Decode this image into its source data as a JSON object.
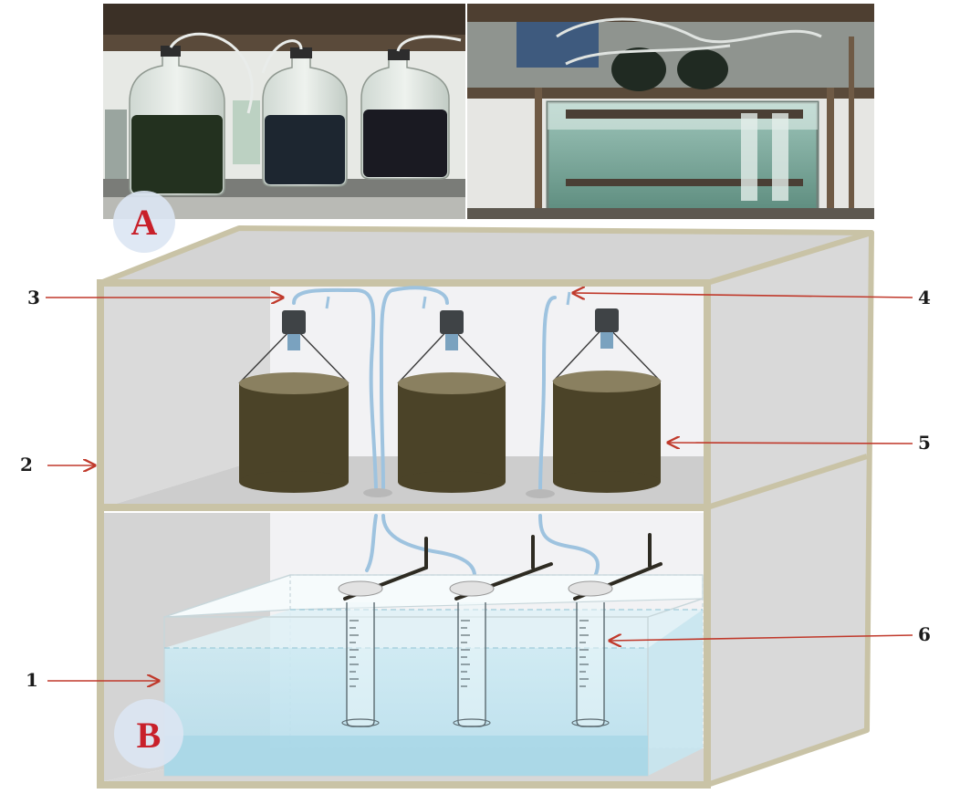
{
  "figure": {
    "panels": [
      {
        "id": "A",
        "label": "A",
        "kind": "photograph"
      },
      {
        "id": "B",
        "label": "B",
        "kind": "schematic"
      }
    ],
    "callouts": [
      {
        "id": "1",
        "label": "1"
      },
      {
        "id": "2",
        "label": "2"
      },
      {
        "id": "3",
        "label": "3"
      },
      {
        "id": "4",
        "label": "4"
      },
      {
        "id": "5",
        "label": "5"
      },
      {
        "id": "6",
        "label": "6"
      }
    ],
    "colors": {
      "arrow": "#c0392b",
      "cabinet_frame": "#c9c3a6",
      "cabinet_wall": "#d6d6d6",
      "digestate": "#4b4328",
      "tubing": "#9ec3df",
      "water": "#bfe3ee",
      "label_letter": "#c8202a"
    }
  }
}
